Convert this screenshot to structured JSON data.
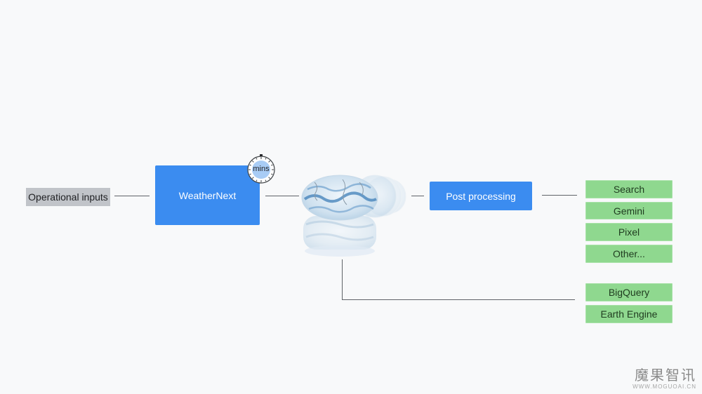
{
  "diagram": {
    "input_label": "Operational inputs",
    "model_label": "WeatherNext",
    "timer_label": "mins",
    "post_processing_label": "Post processing",
    "products": [
      "Search",
      "Gemini",
      "Pixel",
      "Other..."
    ],
    "data_outputs": [
      "BigQuery",
      "Earth Engine"
    ],
    "colors": {
      "blue": "#3b8cf0",
      "green": "#8fd88f",
      "gray": "#c1c4c9",
      "connector": "#5f6368"
    }
  },
  "watermark": {
    "main": "魔果智讯",
    "sub": "WWW.MOGUOAI.CN"
  }
}
